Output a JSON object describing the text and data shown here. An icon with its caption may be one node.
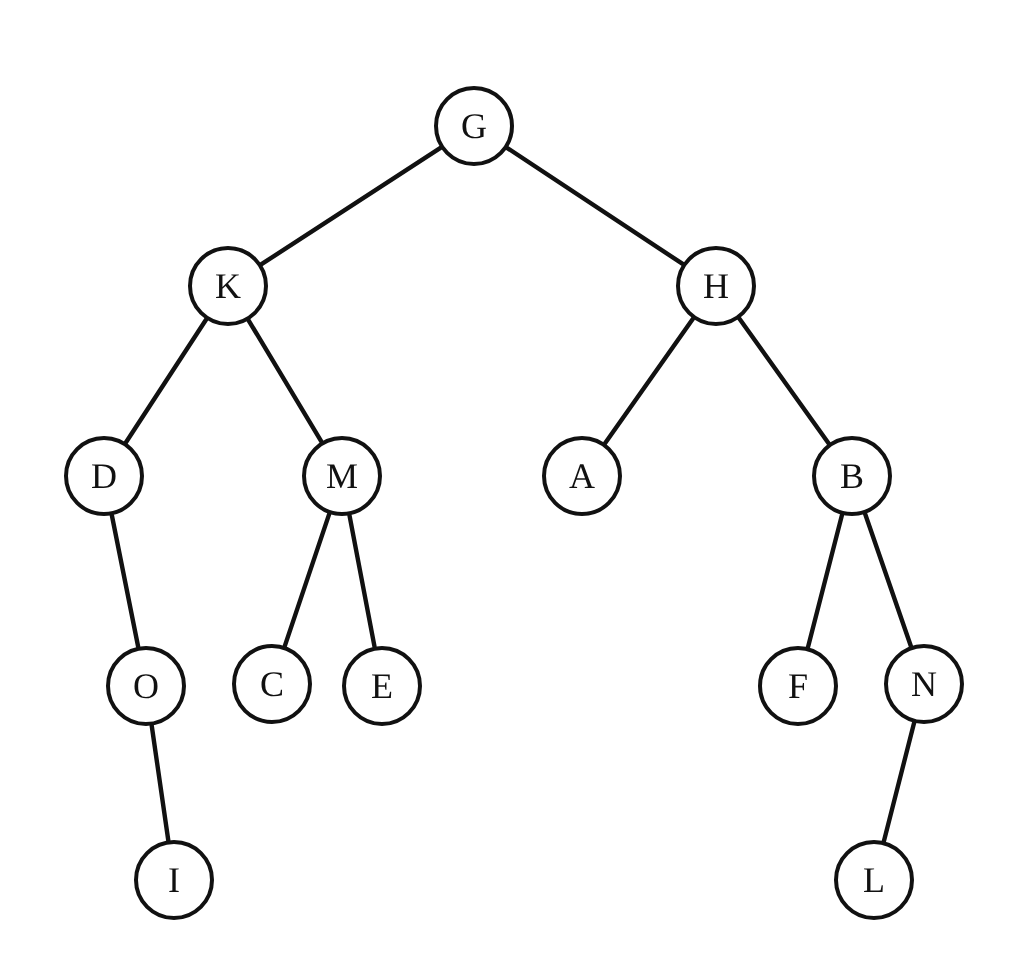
{
  "diagram": {
    "nodes": [
      {
        "text": [
          "G"
        ]
      },
      {
        "text": [
          "K"
        ]
      },
      {
        "text": [
          "H"
        ]
      },
      {
        "text": [
          "D"
        ]
      },
      {
        "text": [
          "M"
        ]
      },
      {
        "text": [
          "A"
        ]
      },
      {
        "text": [
          "B"
        ]
      },
      {
        "text": [
          "O"
        ]
      },
      {
        "text": [
          "C"
        ]
      },
      {
        "text": [
          "E"
        ]
      },
      {
        "text": [
          "F"
        ]
      },
      {
        "text": [
          "N"
        ]
      },
      {
        "text": [
          "I"
        ]
      },
      {
        "text": [
          "L"
        ]
      }
    ],
    "edges": [
      {
        "from": 0,
        "to": 1,
        "arrow": "none"
      },
      {
        "from": 0,
        "to": 2,
        "arrow": "none"
      },
      {
        "from": 1,
        "to": 3,
        "arrow": "none"
      },
      {
        "from": 1,
        "to": 4,
        "arrow": "none"
      },
      {
        "from": 2,
        "to": 5,
        "arrow": "none"
      },
      {
        "from": 2,
        "to": 6,
        "arrow": "none"
      },
      {
        "from": 3,
        "to": 7,
        "arrow": "none"
      },
      {
        "from": 4,
        "to": 8,
        "arrow": "none"
      },
      {
        "from": 4,
        "to": 9,
        "arrow": "none"
      },
      {
        "from": 6,
        "to": 10,
        "arrow": "none"
      },
      {
        "from": 6,
        "to": 11,
        "arrow": "none"
      },
      {
        "from": 7,
        "to": 12,
        "arrow": "none"
      },
      {
        "from": 11,
        "to": 13,
        "arrow": "none"
      }
    ]
  }
}
